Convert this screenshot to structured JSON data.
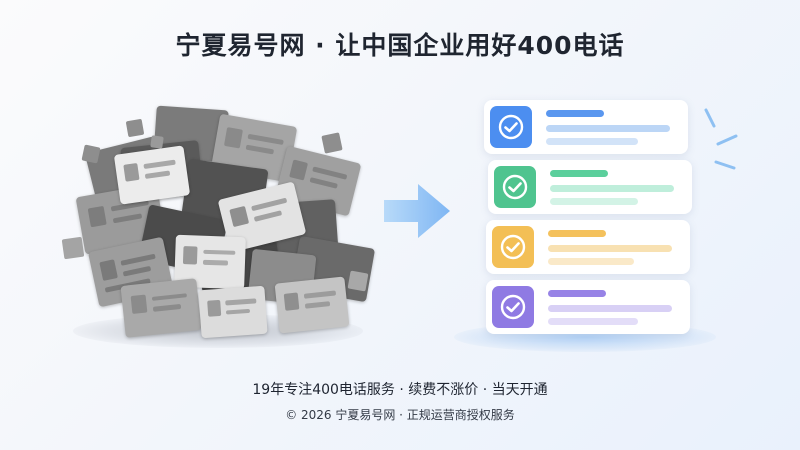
{
  "title": "宁夏易号网 · 让中国企业用好400电话",
  "footer": {
    "line1": "19年专注400电话服务  ·  续费不涨价  ·  当天开通",
    "line2": "© 2026 宁夏易号网  ·  正规运营商授权服务"
  },
  "icons": {
    "arrow": "right-arrow-icon",
    "check": "check-icon"
  },
  "colors": {
    "check_blue": "#4c8ef0",
    "check_green": "#4fc48f",
    "check_yellow": "#f3bf55",
    "check_purple": "#8f7ae3",
    "arrow": "#8ec4f8"
  }
}
